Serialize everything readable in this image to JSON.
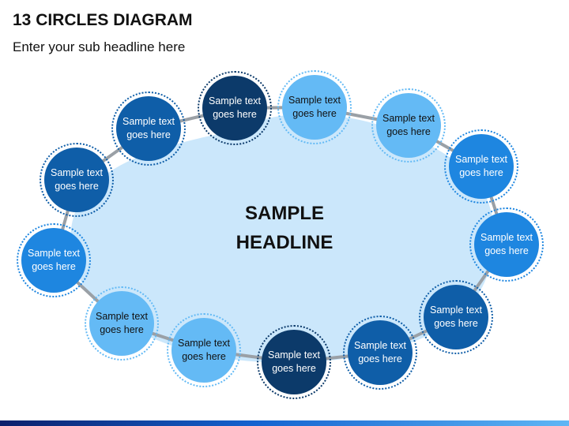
{
  "header": {
    "title": "13 CIRCLES DIAGRAM",
    "subtitle": "Enter your sub headline here"
  },
  "center": {
    "headline": "SAMPLE\nHEADLINE",
    "fill": "#cbe7fb"
  },
  "colors": {
    "navy": "#0c3a6a",
    "dark": "#0f5ea8",
    "mid": "#1e86e0",
    "light": "#64baf5",
    "text_light": "#111111",
    "text_dark": "#ffffff",
    "connector": "#9aa0a6"
  },
  "circles": [
    {
      "label": "Sample text goes here",
      "tone": "navy"
    },
    {
      "label": "Sample text goes here",
      "tone": "light"
    },
    {
      "label": "Sample text goes here",
      "tone": "light"
    },
    {
      "label": "Sample text goes here",
      "tone": "mid"
    },
    {
      "label": "Sample text goes here",
      "tone": "mid"
    },
    {
      "label": "Sample text goes here",
      "tone": "dark"
    },
    {
      "label": "Sample text goes here",
      "tone": "dark"
    },
    {
      "label": "Sample text goes here",
      "tone": "navy"
    },
    {
      "label": "Sample text goes here",
      "tone": "light"
    },
    {
      "label": "Sample text goes here",
      "tone": "light"
    },
    {
      "label": "Sample text goes here",
      "tone": "mid"
    },
    {
      "label": "Sample text goes here",
      "tone": "dark"
    },
    {
      "label": "Sample text goes here",
      "tone": "dark"
    }
  ]
}
